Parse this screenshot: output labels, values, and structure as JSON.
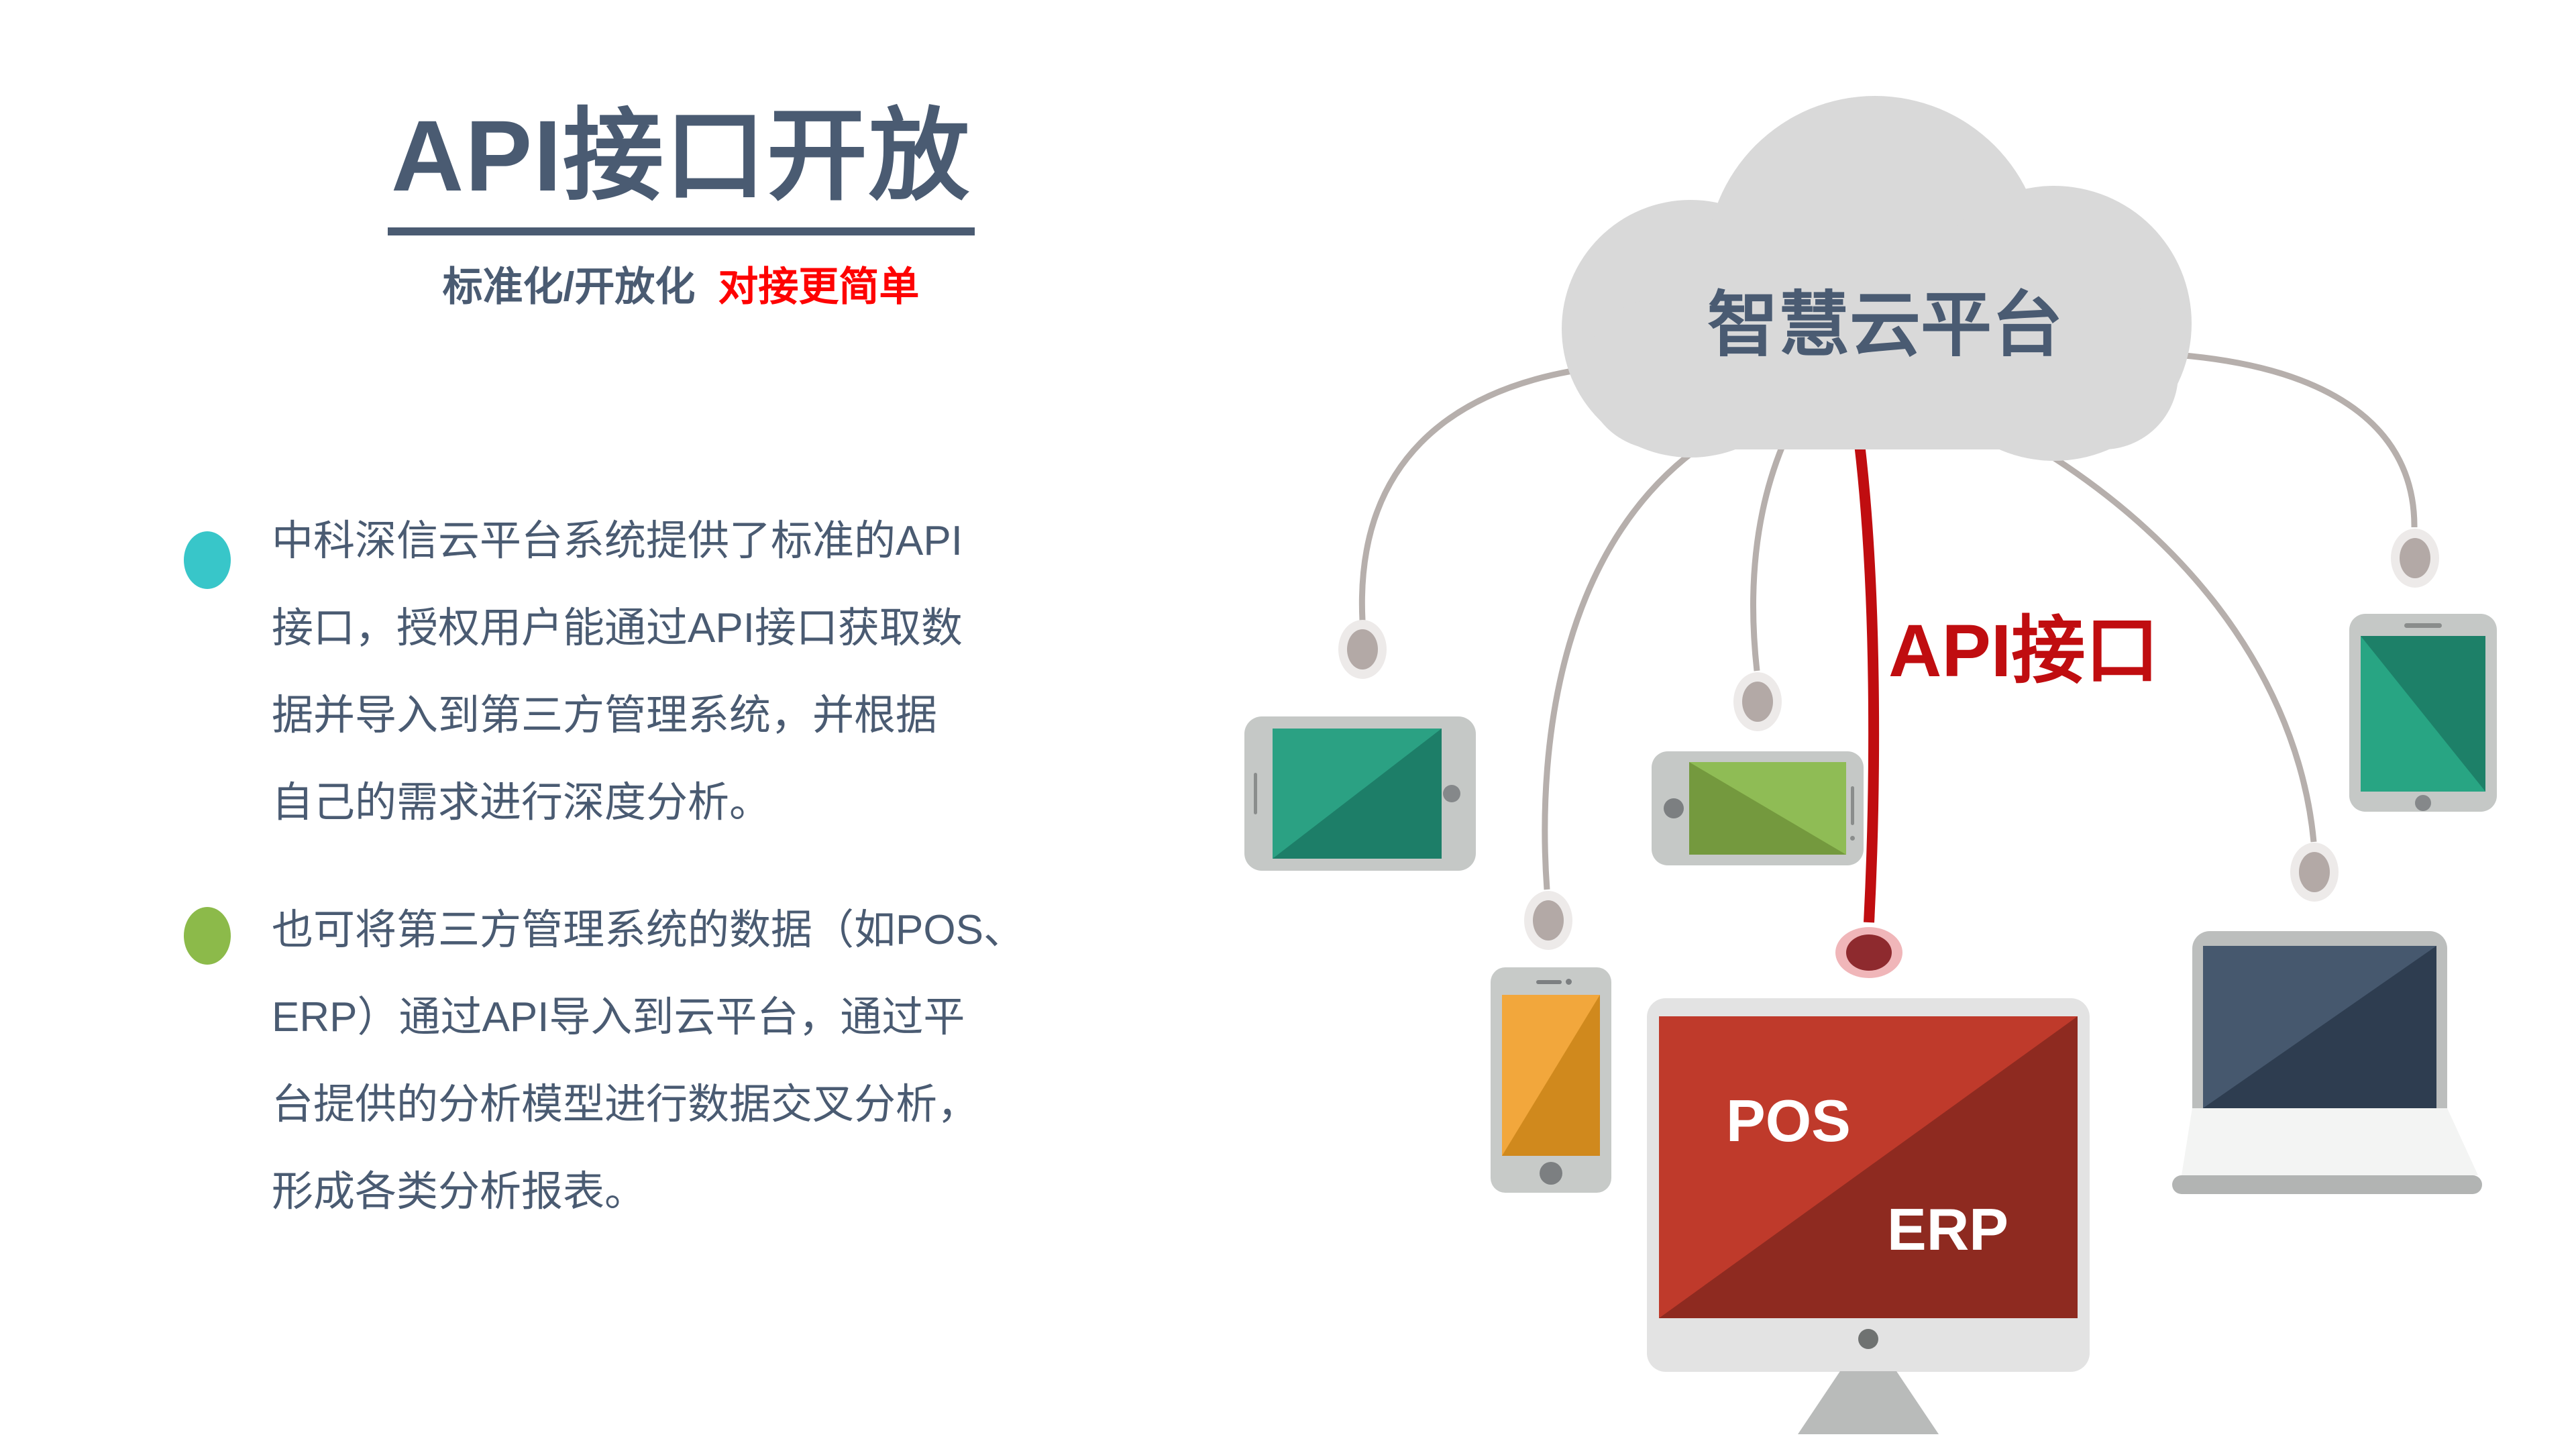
{
  "header": {
    "title": "API接口开放",
    "subtitle": {
      "standard": "标准化/开放化",
      "highlight": "对接更简单"
    },
    "divider_color": "#4a5b72"
  },
  "bullets": [
    {
      "dot_icon": "teal-dot-icon",
      "dot_color": "#38c6c9",
      "lines": [
        "中科深信云平台系统提供了标准的API",
        "接口，授权用户能通过API接口获取数",
        "据并导入到第三方管理系统，并根据",
        "自己的需求进行深度分析。"
      ]
    },
    {
      "dot_icon": "green-dot-icon",
      "dot_color": "#8cba4a",
      "lines": [
        "也可将第三方管理系统的数据（如POS、",
        "ERP）通过API导入到云平台，通过平",
        "台提供的分析模型进行数据交叉分析，",
        "形成各类分析报表。"
      ]
    }
  ],
  "diagram": {
    "cloud": {
      "label": "智慧云平台",
      "fill": "#d9d9d9",
      "text_color": "#4a5b72"
    },
    "api_connection": {
      "label": "API接口",
      "line_color": "#c00d10",
      "endpoint_outer": "#f0b6b9",
      "endpoint_inner": "#8e2a2e"
    },
    "connectors": {
      "line_color": "#b6afac",
      "endpoint_outer": "#edeae9",
      "endpoint_inner": "#b3a9a6"
    },
    "devices": {
      "tablet_left": {
        "type": "tablet",
        "screen_colors": [
          "#2ba183",
          "#1d7e68"
        ]
      },
      "phone_green": {
        "type": "phone",
        "screen_colors": [
          "#8fbc55",
          "#74993e"
        ]
      },
      "phone_orange": {
        "type": "phone",
        "screen_colors": [
          "#f2a73c",
          "#d0891d"
        ]
      },
      "monitor": {
        "type": "desktop-monitor",
        "labels": [
          "POS",
          "ERP"
        ],
        "screen_colors": [
          "#bf3a2b",
          "#8e2a20"
        ]
      },
      "laptop": {
        "type": "laptop",
        "screen_colors": [
          "#46586e",
          "#2e3d50"
        ]
      },
      "tablet_right": {
        "type": "tablet",
        "screen_colors": [
          "#28a583",
          "#1d8068"
        ]
      }
    }
  },
  "theme": {
    "slate": "#4a5b72",
    "bright_red": "#fe0202",
    "background": "#ffffff"
  }
}
